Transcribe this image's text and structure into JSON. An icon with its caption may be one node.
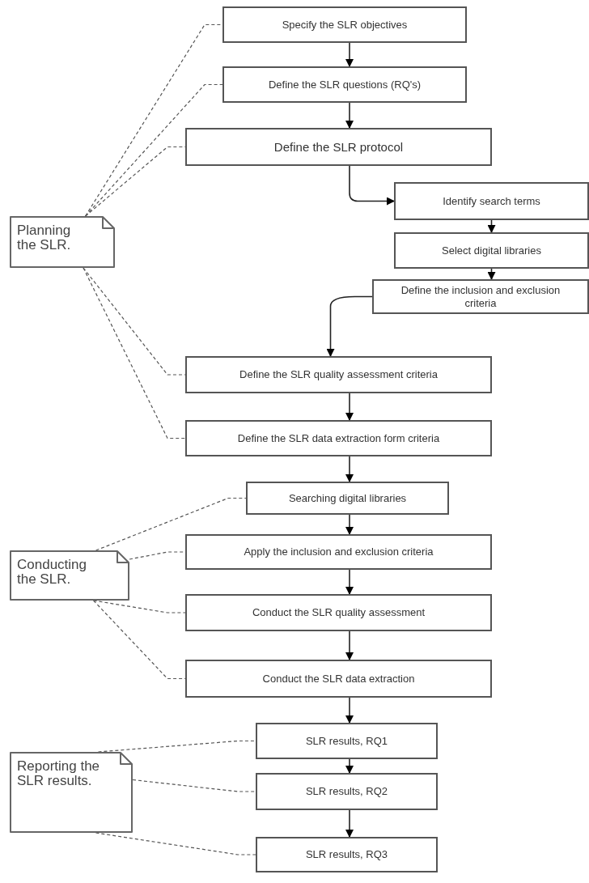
{
  "diagram": {
    "nodes": [
      {
        "text": [
          "Specify the SLR objectives"
        ]
      },
      {
        "text": [
          "Define the SLR questions (RQ's)"
        ]
      },
      {
        "text": [
          "Define the SLR protocol"
        ]
      },
      {
        "text": [
          "Identify search terms"
        ]
      },
      {
        "text": [
          "Select digital libraries"
        ]
      },
      {
        "text": [
          "Define the inclusion and exclusion criteria"
        ]
      },
      {
        "text": [
          "Define the SLR quality assessment criteria"
        ]
      },
      {
        "text": [
          "Define the SLR data extraction form criteria"
        ]
      },
      {
        "text": [
          "Searching digital libraries"
        ]
      },
      {
        "text": [
          "Apply the inclusion and exclusion criteria"
        ]
      },
      {
        "text": [
          "Conduct the SLR quality assessment"
        ]
      },
      {
        "text": [
          "Conduct the SLR data extraction"
        ]
      },
      {
        "text": [
          "SLR results, RQ1"
        ]
      },
      {
        "text": [
          "SLR results, RQ2"
        ]
      },
      {
        "text": [
          "SLR results, RQ3"
        ]
      },
      {
        "text": [
          "Planning the SLR."
        ]
      },
      {
        "text": [
          "Conducting the SLR."
        ]
      },
      {
        "text": [
          "Reporting the SLR results."
        ]
      }
    ],
    "edges": [
      {
        "from": 0,
        "to": 1,
        "arrow": "to"
      },
      {
        "from": 1,
        "to": 2,
        "arrow": "to"
      },
      {
        "from": 2,
        "to": 3,
        "arrow": "to"
      },
      {
        "from": 3,
        "to": 4,
        "arrow": "to"
      },
      {
        "from": 4,
        "to": 5,
        "arrow": "to"
      },
      {
        "from": 5,
        "to": 6,
        "arrow": "to"
      },
      {
        "from": 6,
        "to": 7,
        "arrow": "to"
      },
      {
        "from": 7,
        "to": 8,
        "arrow": "to"
      },
      {
        "from": 8,
        "to": 9,
        "arrow": "to"
      },
      {
        "from": 9,
        "to": 10,
        "arrow": "to"
      },
      {
        "from": 10,
        "to": 11,
        "arrow": "to"
      },
      {
        "from": 11,
        "to": 12,
        "arrow": "to"
      },
      {
        "from": 12,
        "to": 13,
        "arrow": "to"
      },
      {
        "from": 13,
        "to": 14,
        "arrow": "to"
      },
      {
        "from": 15,
        "to": 0,
        "arrow": "none",
        "style": "dashed"
      },
      {
        "from": 15,
        "to": 1,
        "arrow": "none",
        "style": "dashed"
      },
      {
        "from": 15,
        "to": 2,
        "arrow": "none",
        "style": "dashed"
      },
      {
        "from": 15,
        "to": 6,
        "arrow": "none",
        "style": "dashed"
      },
      {
        "from": 15,
        "to": 7,
        "arrow": "none",
        "style": "dashed"
      },
      {
        "from": 16,
        "to": 8,
        "arrow": "none",
        "style": "dashed"
      },
      {
        "from": 16,
        "to": 9,
        "arrow": "none",
        "style": "dashed"
      },
      {
        "from": 16,
        "to": 10,
        "arrow": "none",
        "style": "dashed"
      },
      {
        "from": 16,
        "to": 11,
        "arrow": "none",
        "style": "dashed"
      },
      {
        "from": 17,
        "to": 12,
        "arrow": "none",
        "style": "dashed"
      },
      {
        "from": 17,
        "to": 13,
        "arrow": "none",
        "style": "dashed"
      },
      {
        "from": 17,
        "to": 14,
        "arrow": "none",
        "style": "dashed"
      }
    ]
  }
}
